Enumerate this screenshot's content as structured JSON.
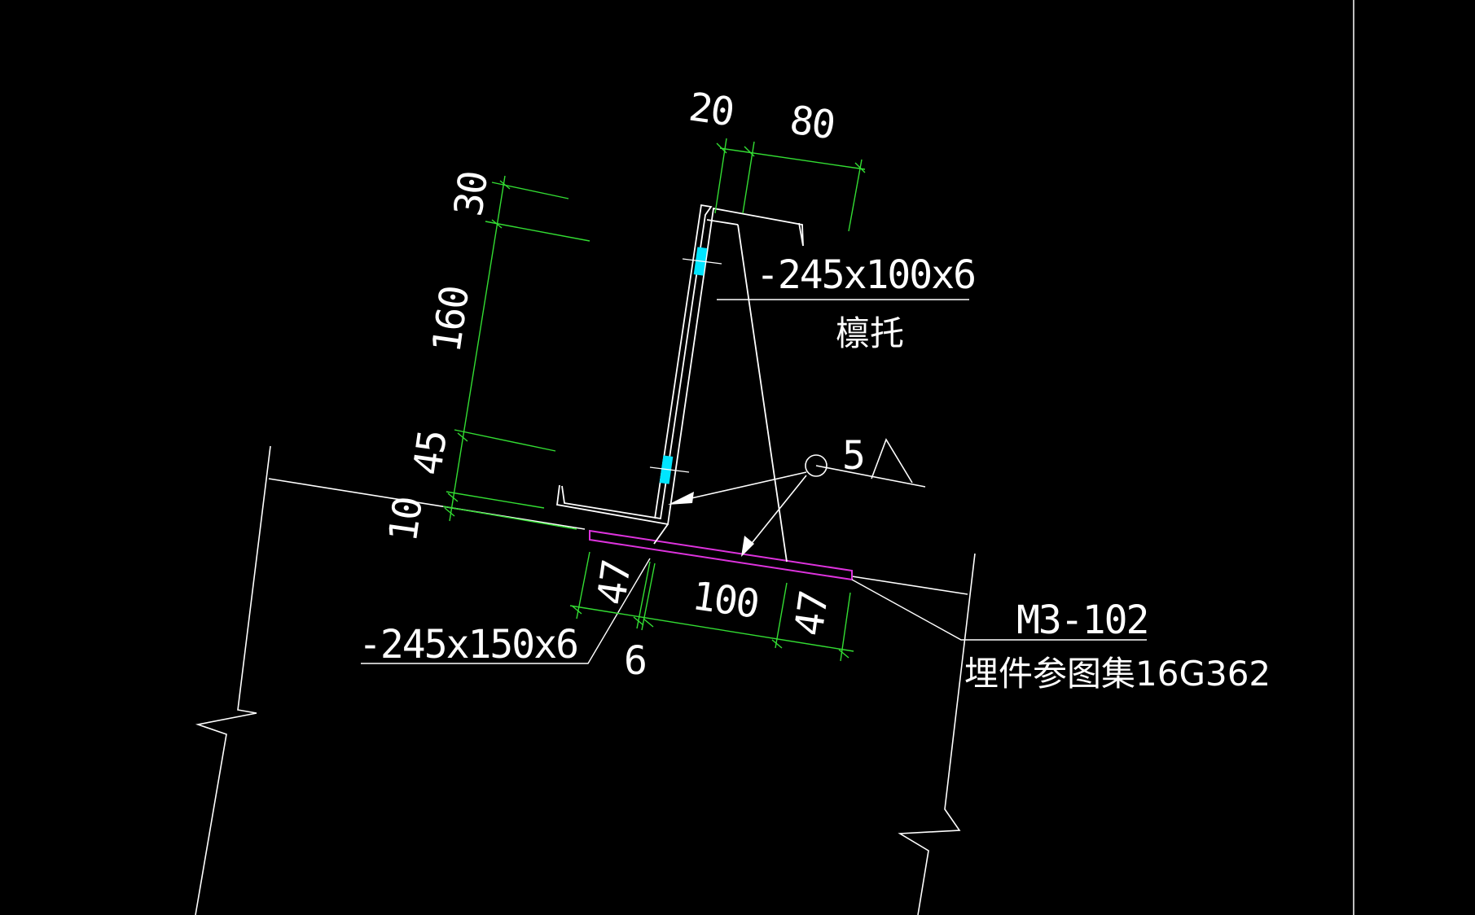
{
  "colors": {
    "background": "#000000",
    "geometry": "#ffffff",
    "dimension": "#33dd33",
    "embedded_plate": "#dd33dd",
    "bolt": "#00e5ff"
  },
  "dimensions": {
    "top_20": "20",
    "top_80": "80",
    "left_30": "30",
    "left_160": "160",
    "left_45": "45",
    "left_10": "10",
    "bottom_47_left": "47",
    "bottom_6": "6",
    "bottom_100": "100",
    "bottom_47_right": "47"
  },
  "labels": {
    "purlin_plate_spec": "-245x100x6",
    "purlin_plate_name": "檩托",
    "base_plate_spec": "-245x150x6",
    "weld_size": "5",
    "embed_code": "M3-102",
    "embed_reference": "埋件参图集16G362"
  }
}
